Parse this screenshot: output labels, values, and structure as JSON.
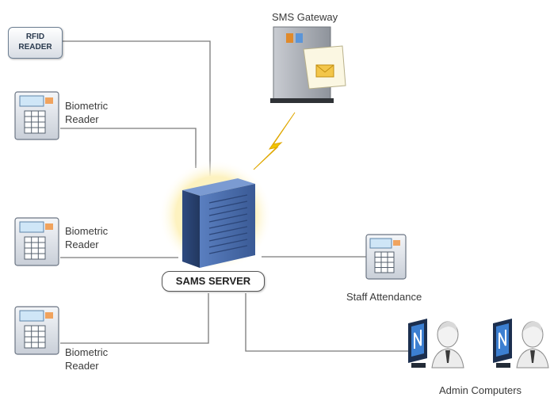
{
  "diagram": {
    "sms_gateway_label": "SMS Gateway",
    "rfid_reader": {
      "line1": "RFID",
      "line2": "READER"
    },
    "biometric_readers": [
      {
        "line1": "Biometric",
        "line2": "Reader"
      },
      {
        "line1": "Biometric",
        "line2": "Reader"
      },
      {
        "line1": "Biometric",
        "line2": "Reader"
      }
    ],
    "server_label": "SAMS SERVER",
    "staff_attendance_label": "Staff Attendance",
    "admin_computers_label": "Admin Computers"
  },
  "colors": {
    "server_blue": "#3f62a0",
    "connector_gray": "#7a7a7a",
    "lightning": "#f2c500",
    "envelope": "#f3c64a"
  },
  "icons": [
    "rfid-reader-icon",
    "biometric-reader-icon",
    "server-tower-icon",
    "sms-gateway-icon",
    "lightning-bolt-icon",
    "admin-computer-icon"
  ]
}
